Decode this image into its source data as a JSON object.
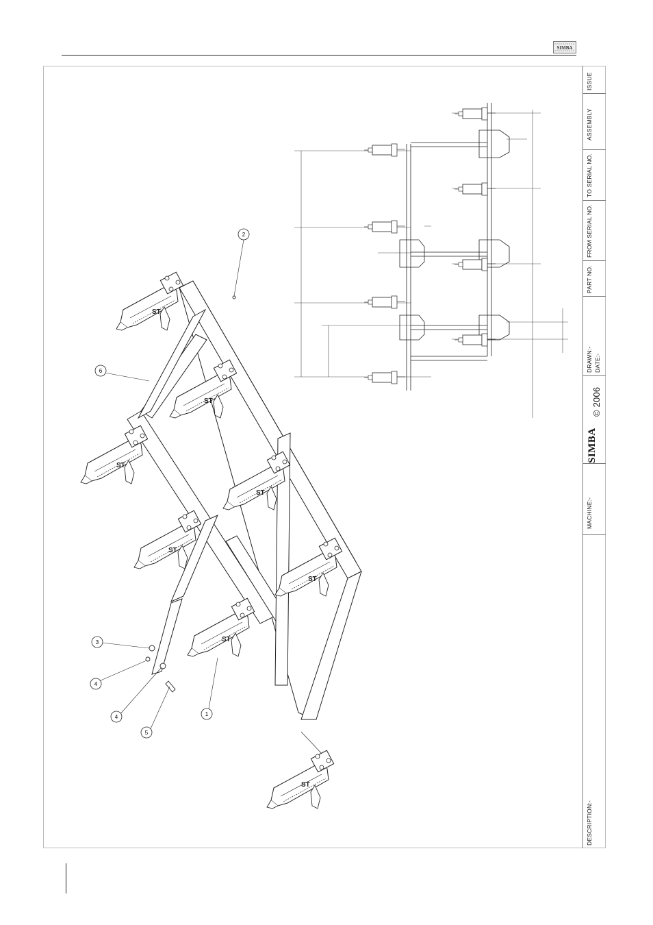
{
  "header": {
    "logo_text": "SIMBA"
  },
  "title_block": {
    "issue": "ISSUE",
    "assembly": "ASSEMBLY",
    "to_serial": "TO SERIAL NO.",
    "from_serial": "FROM SERIAL NO.",
    "part_no": "PART NO.",
    "drawn": "DRAWN:-",
    "date": "DATE:-",
    "brand": "SIMBA",
    "copyright": "© 2006",
    "machine": "MACHINE:-",
    "description": "DESCRIPTION:-"
  },
  "diagram": {
    "callouts": [
      "1",
      "2",
      "3",
      "4",
      "4",
      "5",
      "6"
    ],
    "leg_marking": "ST"
  },
  "colors": {
    "line": "#222222",
    "frame": "#bbbbbb"
  }
}
